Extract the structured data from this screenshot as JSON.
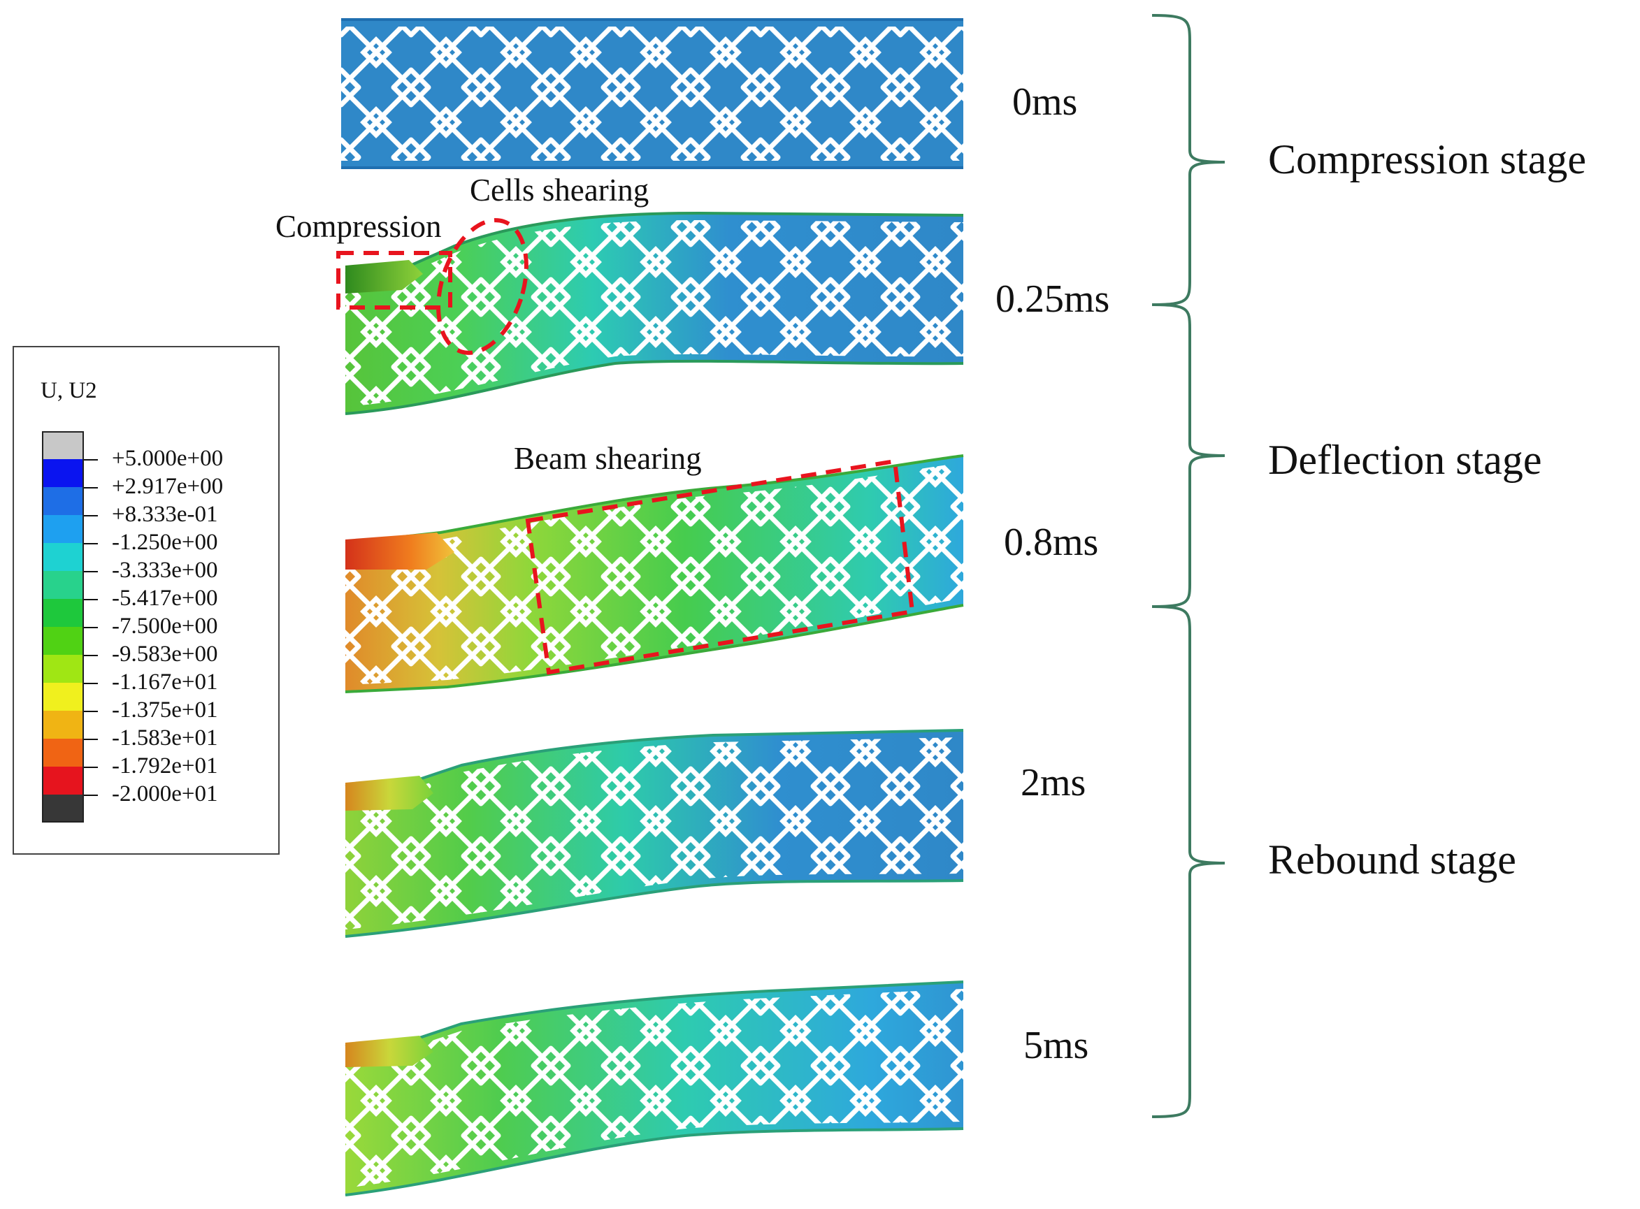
{
  "legend": {
    "title": "U, U2",
    "levels": [
      {
        "label": "+5.000e+00",
        "color": "#c8c8c8"
      },
      {
        "label": "+2.917e+00",
        "color": "#0a14f0"
      },
      {
        "label": "+8.333e-01",
        "color": "#1e6ee6"
      },
      {
        "label": "-1.250e+00",
        "color": "#1ea0f0"
      },
      {
        "label": "-3.333e+00",
        "color": "#1ed2d2"
      },
      {
        "label": "-5.417e+00",
        "color": "#28d28c"
      },
      {
        "label": "-7.500e+00",
        "color": "#1ec83c"
      },
      {
        "label": "-9.583e+00",
        "color": "#50d214"
      },
      {
        "label": "-1.167e+01",
        "color": "#a0e614"
      },
      {
        "label": "-1.375e+01",
        "color": "#f0f01e"
      },
      {
        "label": "-1.583e+01",
        "color": "#f0b414"
      },
      {
        "label": "-1.792e+01",
        "color": "#f06414"
      },
      {
        "label": "-2.000e+01",
        "color": "#e6141e"
      },
      {
        "label": "",
        "color": "#373737"
      }
    ]
  },
  "frames": [
    {
      "time": "0ms"
    },
    {
      "time": "0.25ms"
    },
    {
      "time": "0.8ms"
    },
    {
      "time": "2ms"
    },
    {
      "time": "5ms"
    }
  ],
  "stages": [
    {
      "label": "Compression stage"
    },
    {
      "label": "Deflection stage"
    },
    {
      "label": "Rebound stage"
    }
  ],
  "annotations": {
    "compression": "Compression",
    "cells_shearing": "Cells shearing",
    "beam_shearing": "Beam shearing"
  },
  "colors": {
    "bracket": "#3d7a60",
    "highlight": "#e8141e"
  }
}
